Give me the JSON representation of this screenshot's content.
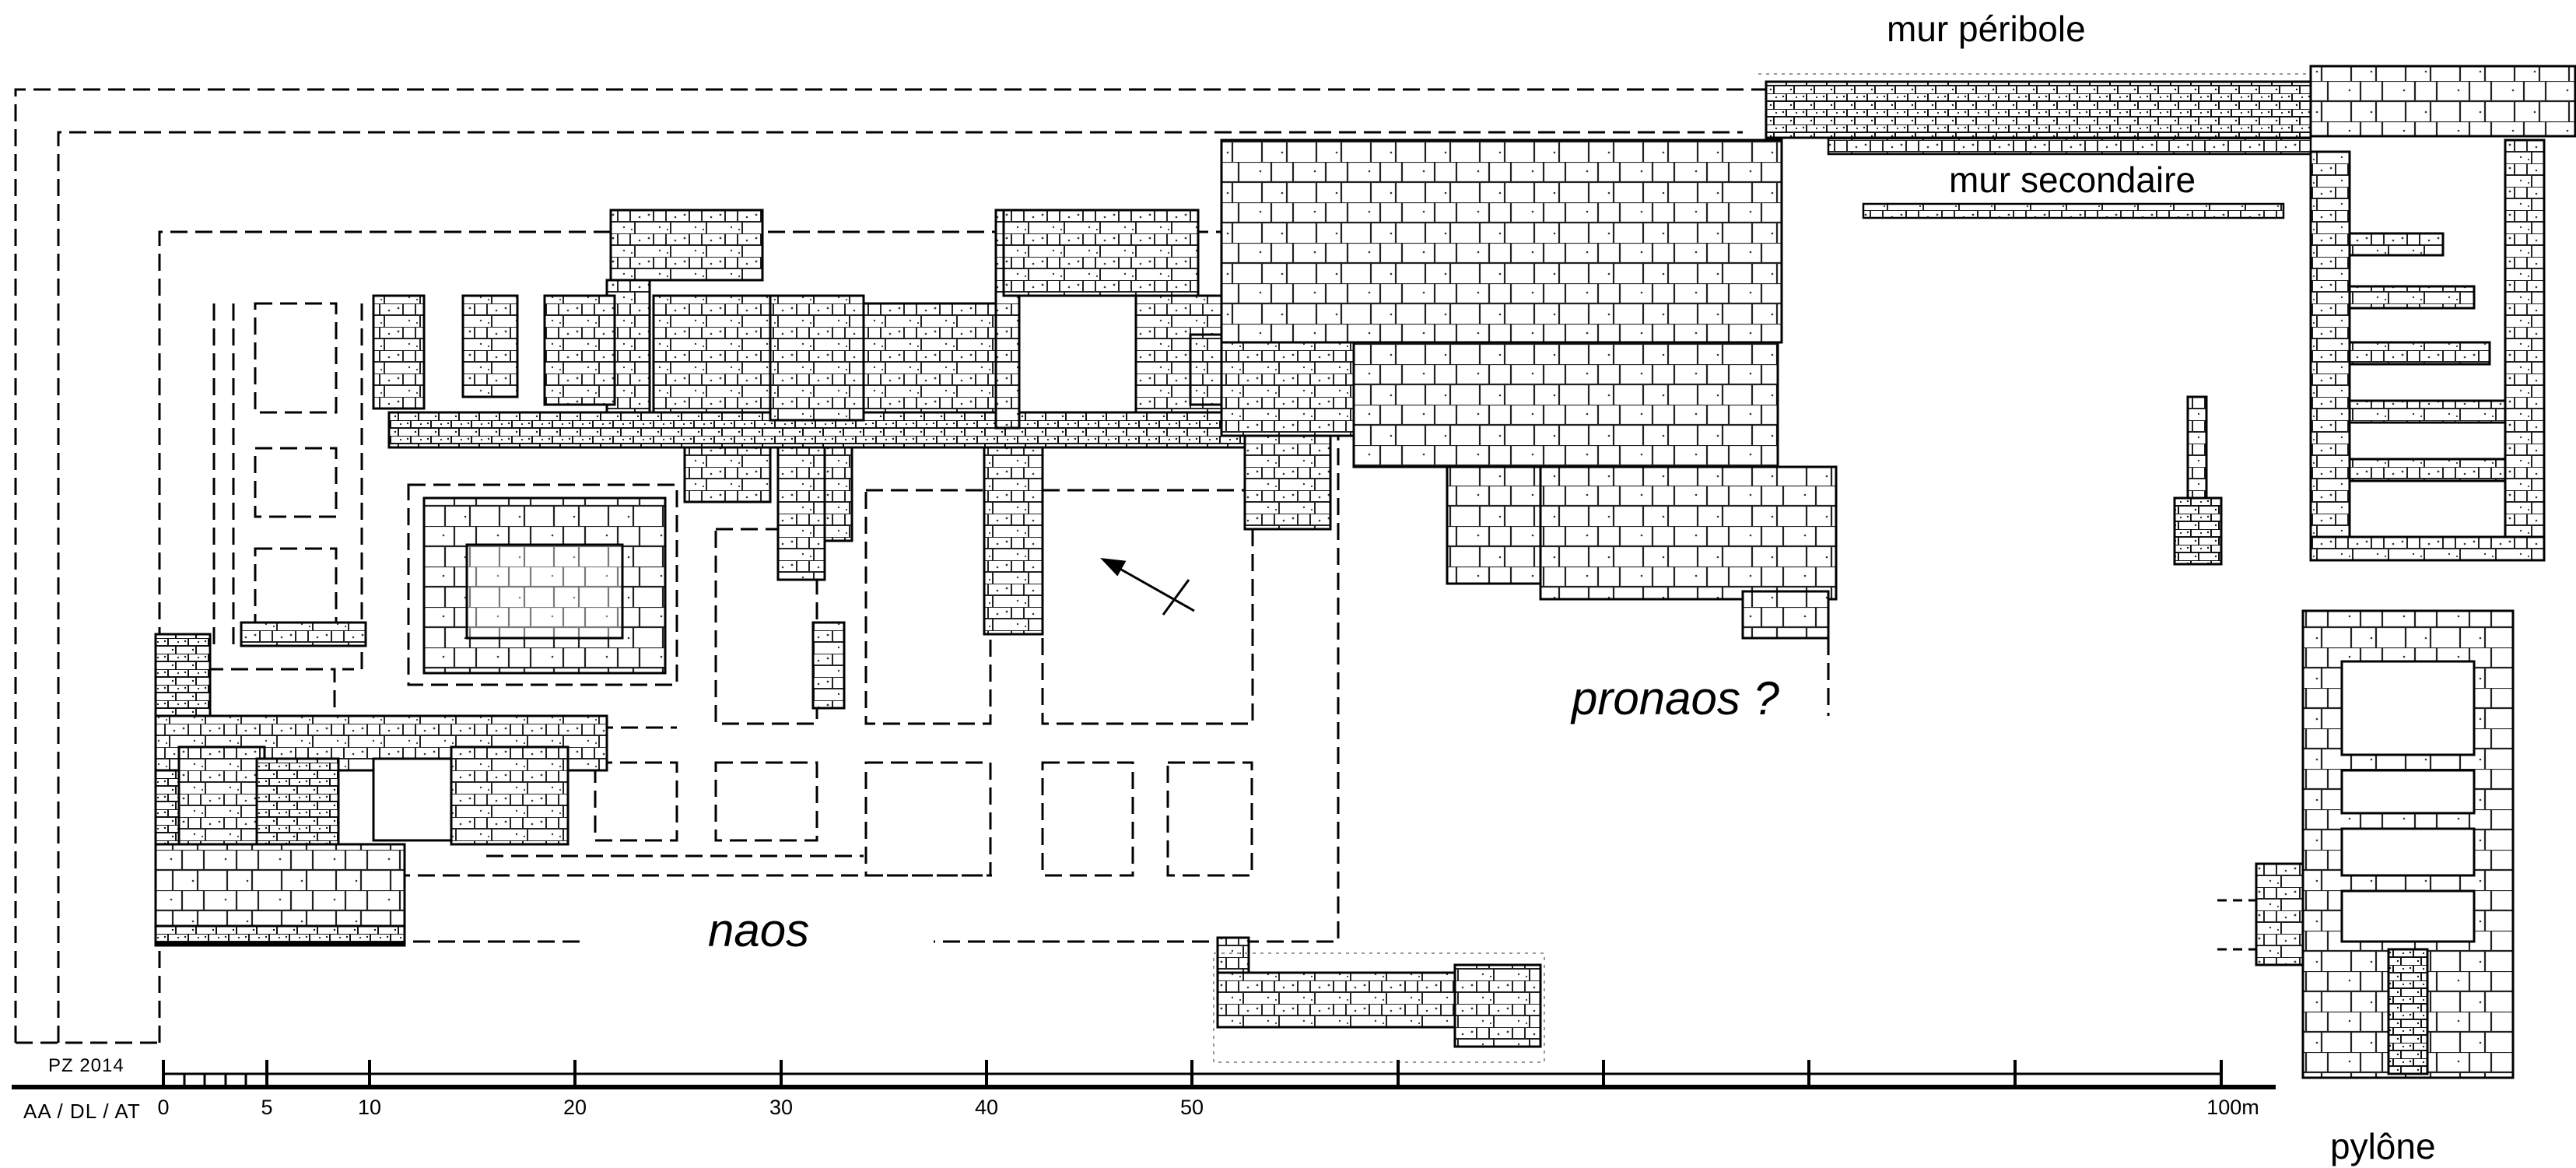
{
  "labels": {
    "mur_peribole": "mur péribole",
    "mur_secondaire": "mur secondaire",
    "pronaos": "pronaos ?",
    "naos": "naos",
    "pylone": "pylône"
  },
  "credits": {
    "year": "PZ  2014",
    "authors": "AA / DL / AT"
  },
  "scale": {
    "ticks": [
      "0",
      "5",
      "10",
      "20",
      "30",
      "40",
      "50",
      "100m"
    ]
  }
}
